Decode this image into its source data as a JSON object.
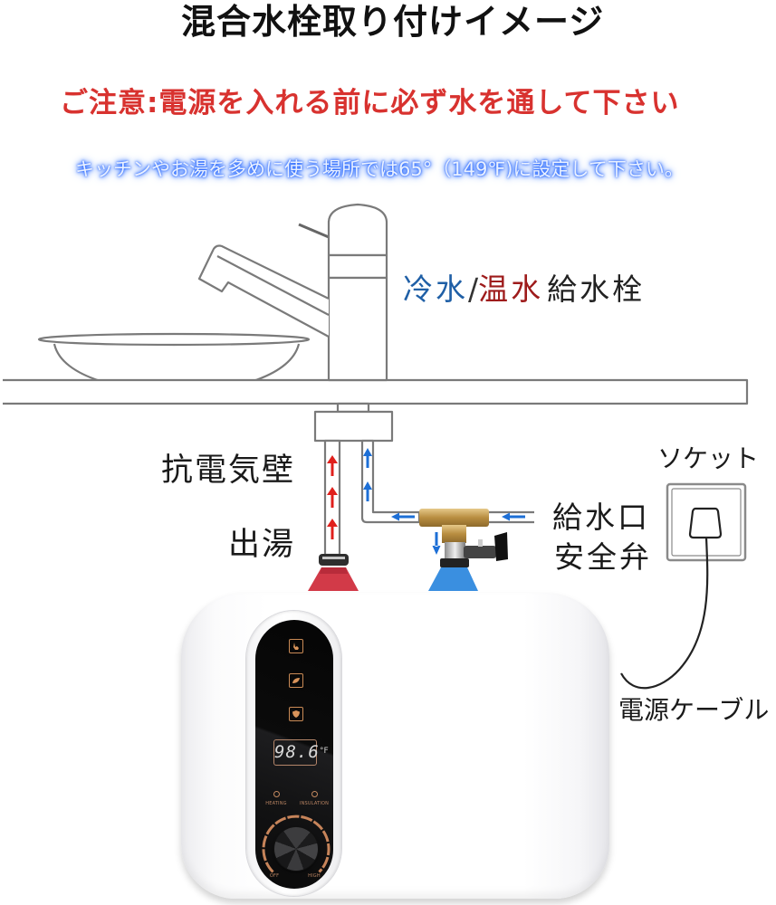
{
  "title": "混合水栓取り付けイメージ",
  "warning": "ご注意:電源を入れる前に必ず水を通して下さい",
  "tip": "キッチンやお湯を多めに使う場所では65°（149℉)に設定して下さい。",
  "faucet_label": {
    "cold": "冷水",
    "slash": "/",
    "warm": "温水",
    "rest": "給水栓"
  },
  "labels": {
    "anti_electric_wall": "抗電気壁",
    "hot_outlet": "出湯",
    "socket": "ソケット",
    "water_inlet": "給水口",
    "safety_valve": "安全弁",
    "power_cable": "電源ケーブル"
  },
  "heater": {
    "display_value": "98.6",
    "display_unit": "°F",
    "panel_icons": [
      "hand-icon",
      "leaf-icon",
      "shield-icon"
    ],
    "indicators": [
      {
        "label": "HEATING"
      },
      {
        "label": "INSULATION"
      }
    ],
    "knob": {
      "min_label": "OFF",
      "max_label": "HIGH"
    }
  },
  "colors": {
    "warning_red": "#d8322f",
    "tip_glow_blue": "#2b6bff",
    "cold_blue": "#1f5fa6",
    "warm_red": "#9e1b1b",
    "hot_arrow": "#e0201c",
    "cold_arrow": "#1d6fd6",
    "hot_connector": "#d23a48",
    "cold_connector": "#3a8fe0",
    "panel_accent": "#c98a55"
  }
}
